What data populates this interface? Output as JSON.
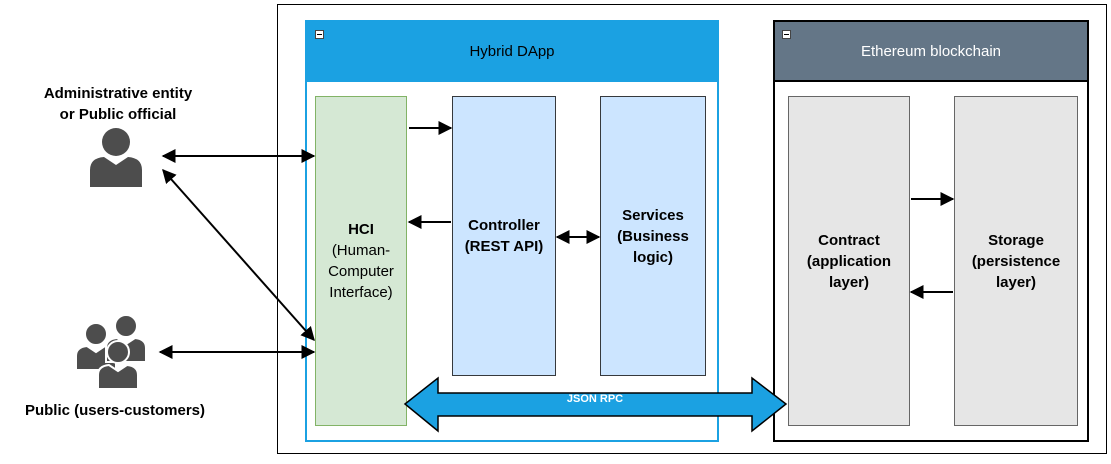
{
  "actors": {
    "admin": {
      "line1": "Administrative entity",
      "line2": "or Public official",
      "icon": "person-icon"
    },
    "public": {
      "label": "Public (users-customers)",
      "icon": "group-icon"
    }
  },
  "containers": {
    "dapp": {
      "title": "Hybrid DApp",
      "color": "#1ba1e2"
    },
    "ethereum": {
      "title": "Ethereum blockchain",
      "color": "#647687"
    }
  },
  "components": {
    "hci": {
      "title": "HCI",
      "line1": "(Human-",
      "line2": "Computer",
      "line3": "Interface)"
    },
    "controller": {
      "line1": "Controller",
      "line2": "(REST API)"
    },
    "services": {
      "line1": "Services",
      "line2": "(Business",
      "line3": "logic)"
    },
    "contract": {
      "line1": "Contract",
      "line2": "(application",
      "line3": "layer)"
    },
    "storage": {
      "line1": "Storage",
      "line2": "(persistence",
      "line3": "layer)"
    }
  },
  "connectors": {
    "json_rpc": {
      "label": "JSON RPC",
      "color": "#1ba1e2"
    }
  }
}
